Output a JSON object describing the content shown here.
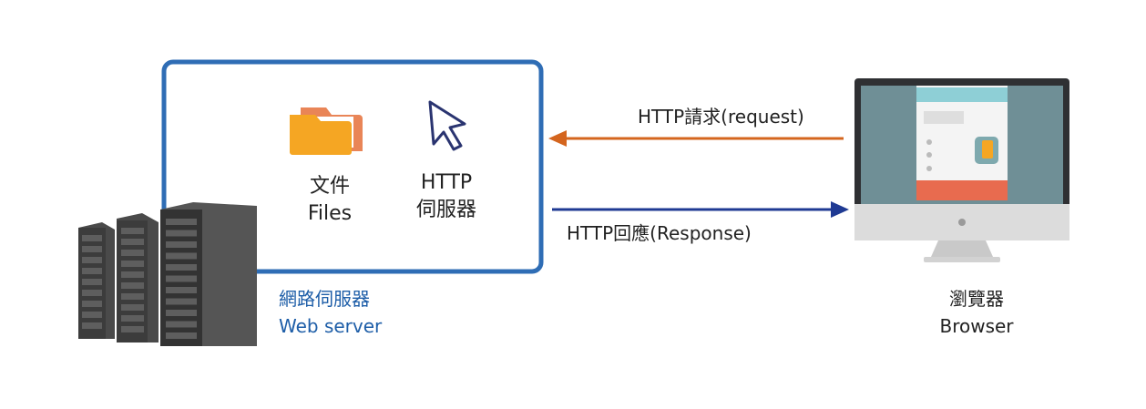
{
  "colors": {
    "server_box": "#2f6db5",
    "request_arrow": "#d4651e",
    "response_arrow": "#1f3a93",
    "server_label": "#1e5ea8",
    "folder_front": "#f5a623",
    "folder_back": "#e98557",
    "cursor": "#2a3470",
    "server_body": "#3c3c3c",
    "monitor_frame": "#2f3033",
    "monitor_screen": "#6f8f96",
    "monitor_stand": "#c9c9c9"
  },
  "icons": {
    "files": "folder-icon",
    "http_server": "cursor-arrow-icon",
    "web_server": "server-rack-icon",
    "browser": "desktop-monitor-icon"
  },
  "files": {
    "label_zh": "文件",
    "label_en": "Files"
  },
  "http_server": {
    "label_en": "HTTP",
    "label_zh": "伺服器"
  },
  "request": {
    "label": "HTTP請求(request)"
  },
  "response": {
    "label": "HTTP回應(Response)"
  },
  "web_server": {
    "label_zh": "網路伺服器",
    "label_en": "Web server"
  },
  "browser": {
    "label_zh": "瀏覽器",
    "label_en": "Browser"
  }
}
